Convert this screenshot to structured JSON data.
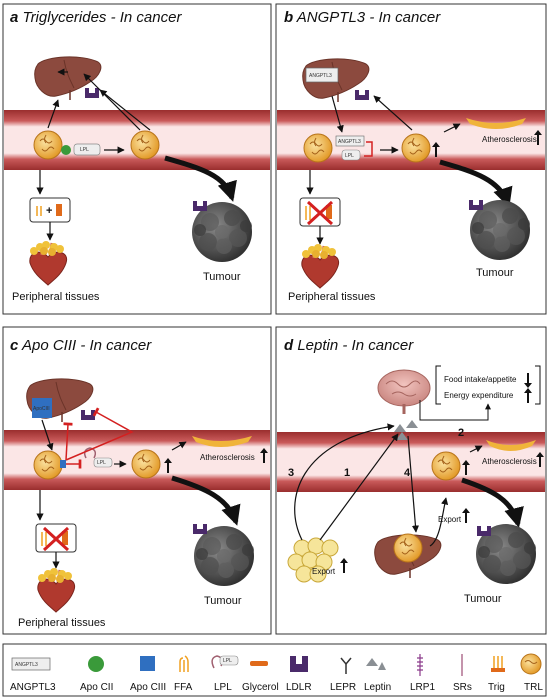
{
  "panels": {
    "a": {
      "letter": "a",
      "title": "Triglycerides - In cancer",
      "labels": {
        "tumour": "Tumour",
        "peripheral": "Peripheral tissues",
        "lpl": "LPL"
      }
    },
    "b": {
      "letter": "b",
      "title": "ANGPTL3 - In cancer",
      "labels": {
        "tumour": "Tumour",
        "peripheral": "Peripheral tissues",
        "atherosclerosis": "Atherosclerosis",
        "angptl3": "ANGPTL3",
        "lpl": "LPL"
      }
    },
    "c": {
      "letter": "c",
      "title": "Apo CIII - In cancer",
      "labels": {
        "tumour": "Tumour",
        "peripheral": "Peripheral tissues",
        "atherosclerosis": "Atherosclerosis",
        "apociii": "ApoCIII",
        "lpl": "LPL"
      }
    },
    "d": {
      "letter": "d",
      "title": "Leptin - In cancer",
      "labels": {
        "tumour": "Tumour",
        "atherosclerosis": "Atherosclerosis",
        "food_intake": "Food intake/appetite",
        "energy": "Energy expenditure",
        "export1": "Export",
        "export2": "Export",
        "n1": "1",
        "n2": "2",
        "n3": "3",
        "n4": "4"
      }
    }
  },
  "legend": {
    "items": [
      {
        "label": "ANGPTL3",
        "icon": "angptl3-box-icon"
      },
      {
        "label": "Apo CII",
        "icon": "apo-cii-circle-icon"
      },
      {
        "label": "Apo CIII",
        "icon": "apo-ciii-square-icon"
      },
      {
        "label": "FFA",
        "icon": "ffa-icon"
      },
      {
        "label": "LPL",
        "icon": "lpl-icon"
      },
      {
        "label": "Glycerol",
        "icon": "glycerol-icon"
      },
      {
        "label": "LDLR",
        "icon": "ldlr-icon"
      },
      {
        "label": "LEPR",
        "icon": "lepr-icon"
      },
      {
        "label": "Leptin",
        "icon": "leptin-icon"
      },
      {
        "label": "LRP1",
        "icon": "lrp1-icon"
      },
      {
        "label": "SRs",
        "icon": "srs-icon"
      },
      {
        "label": "Trig",
        "icon": "trig-icon"
      },
      {
        "label": "TRL",
        "icon": "trl-icon"
      }
    ],
    "lpl_tag": "LPL",
    "angptl3_tag": "ANGPTL3"
  },
  "colors": {
    "vessel_outer": "#b33a3a",
    "vessel_inner": "#fbe3e3",
    "liver": "#8c4a3e",
    "tumour": "#3a3a3a",
    "trl": "#f0b43a",
    "apo_cii": "#3a9a3a",
    "apo_ciii": "#2f6fc0",
    "ldlr": "#4a2a6a",
    "inhibit": "#d42020"
  }
}
